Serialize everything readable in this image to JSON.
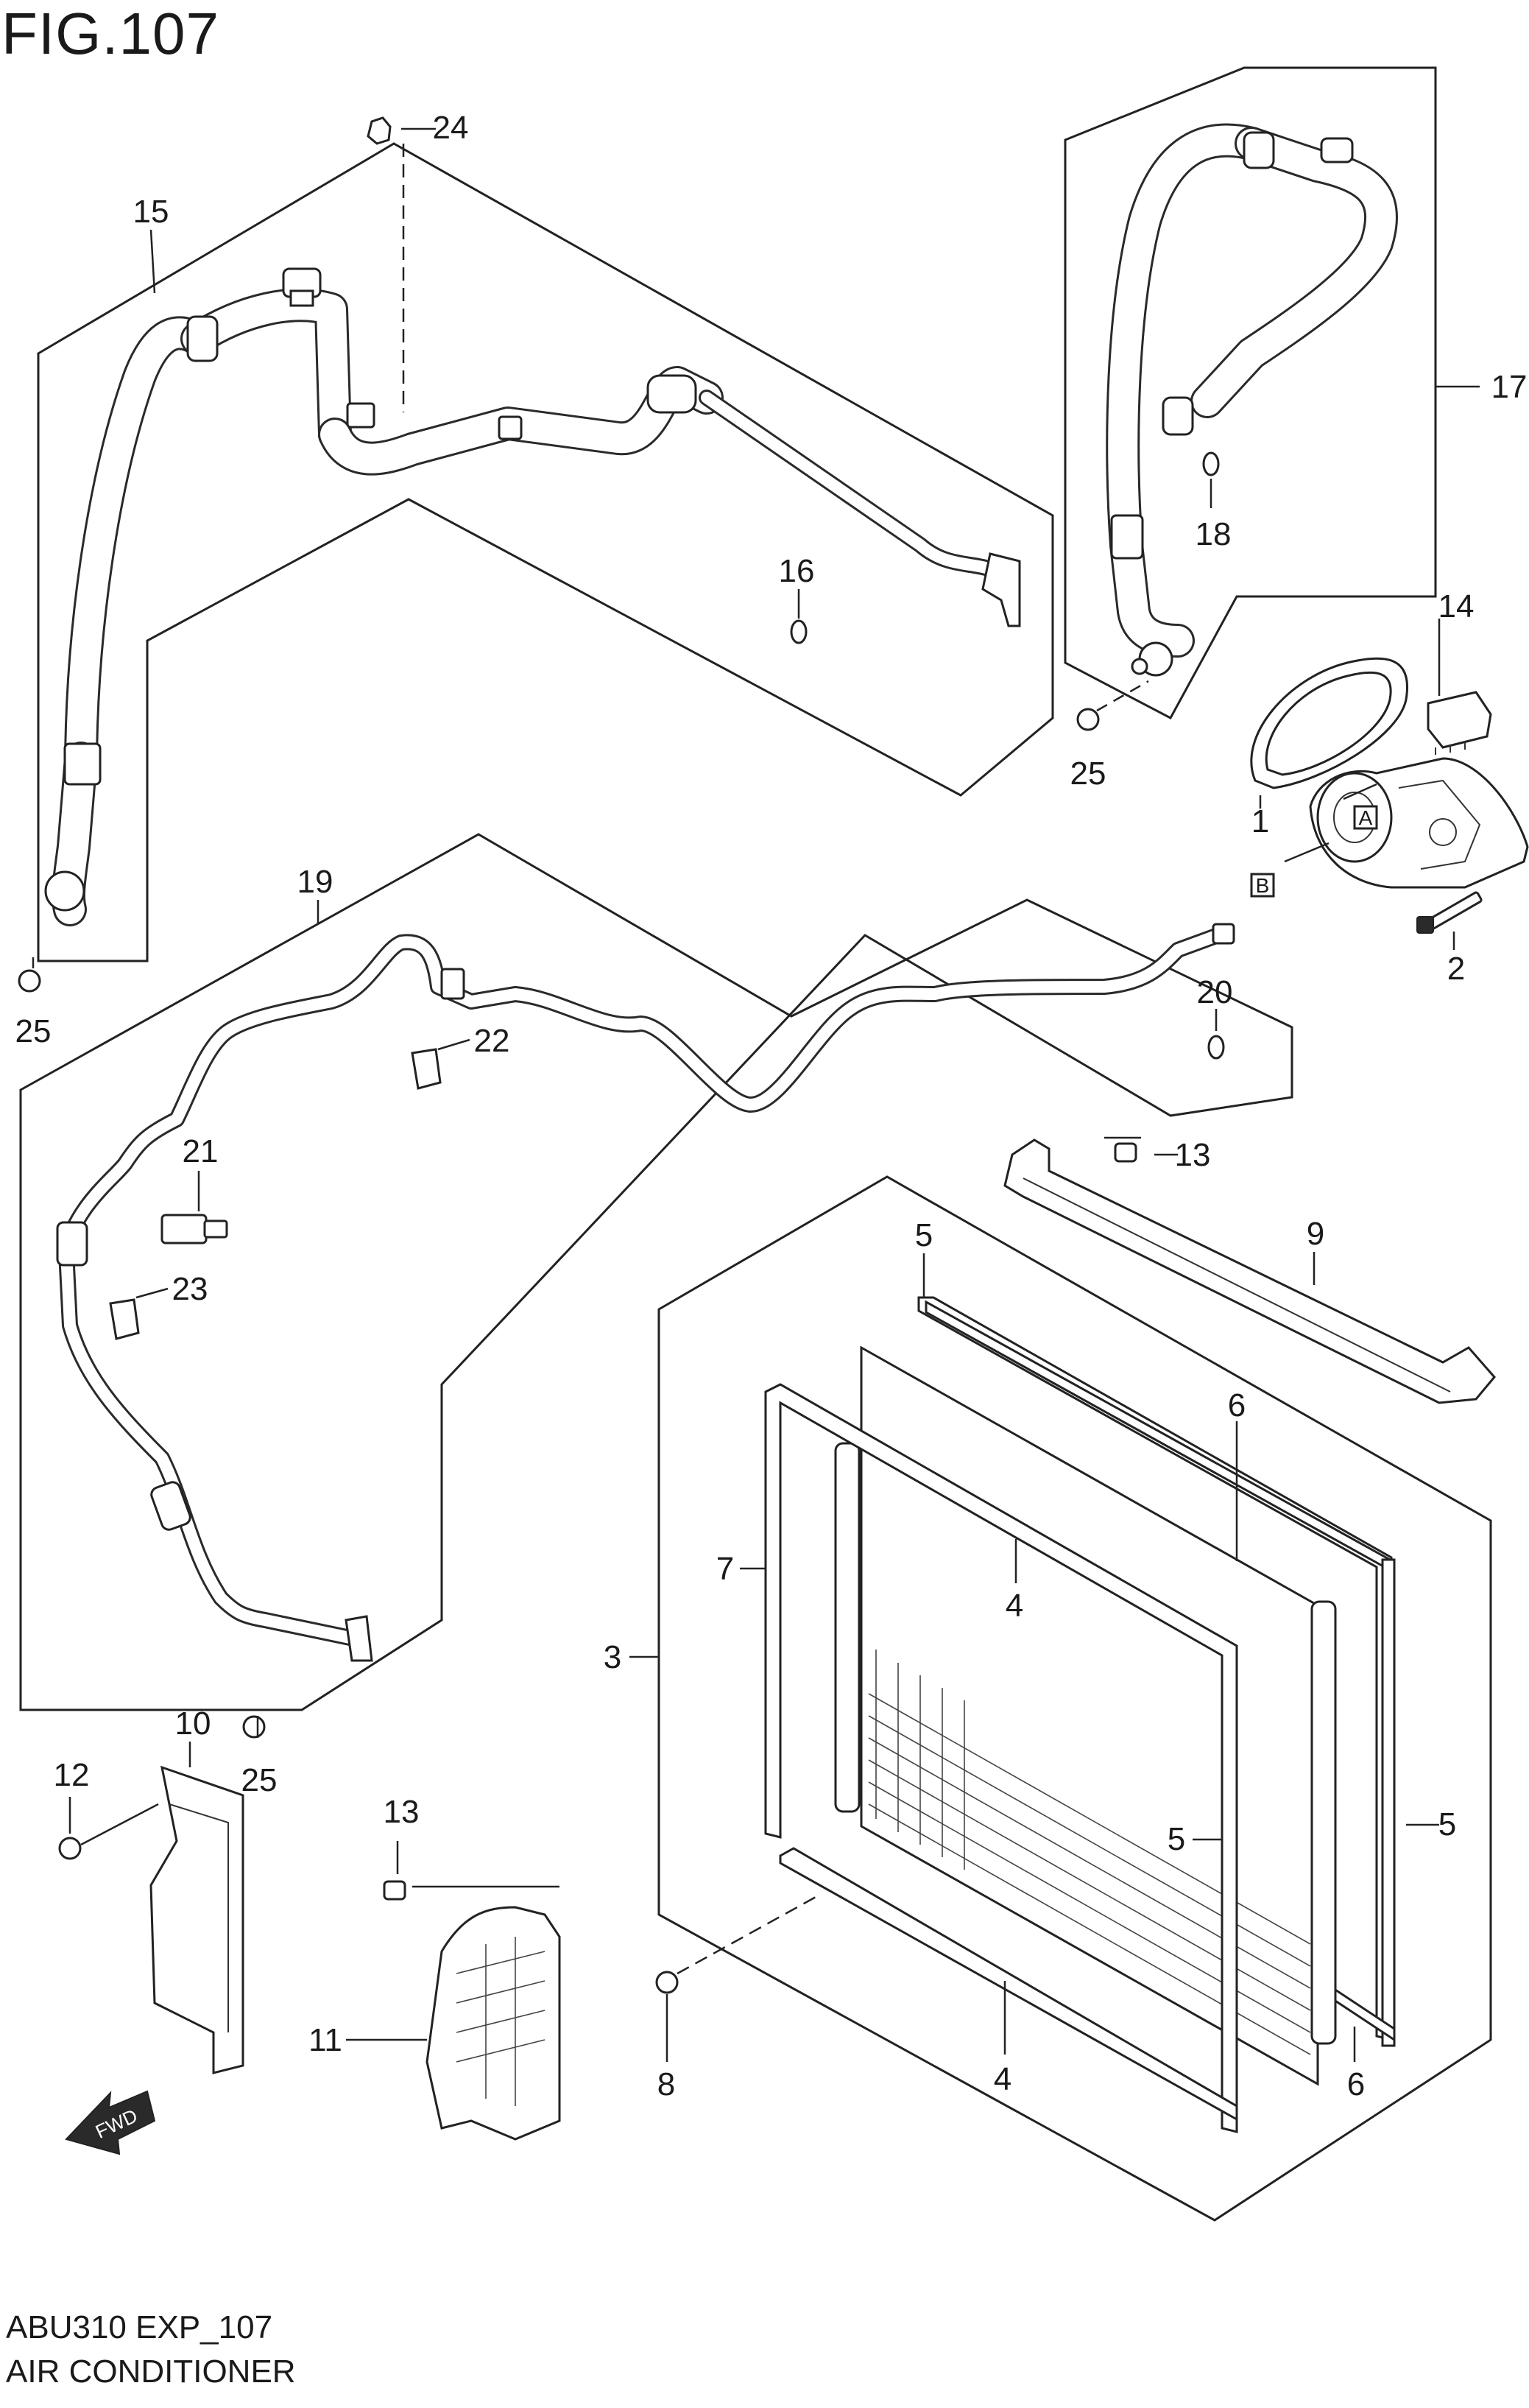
{
  "figure": {
    "title": "FIG.107",
    "code": "ABU310 EXP_107",
    "name": "AIR CONDITIONER"
  },
  "callouts": [
    {
      "id": "c1",
      "label": "1"
    },
    {
      "id": "c2",
      "label": "2"
    },
    {
      "id": "c3",
      "label": "3"
    },
    {
      "id": "c4a",
      "label": "4"
    },
    {
      "id": "c4b",
      "label": "4"
    },
    {
      "id": "c5a",
      "label": "5"
    },
    {
      "id": "c5b",
      "label": "5"
    },
    {
      "id": "c5c",
      "label": "5"
    },
    {
      "id": "c6a",
      "label": "6"
    },
    {
      "id": "c6b",
      "label": "6"
    },
    {
      "id": "c7",
      "label": "7"
    },
    {
      "id": "c8",
      "label": "8"
    },
    {
      "id": "c9",
      "label": "9"
    },
    {
      "id": "c10",
      "label": "10"
    },
    {
      "id": "c11",
      "label": "11"
    },
    {
      "id": "c12",
      "label": "12"
    },
    {
      "id": "c13a",
      "label": "13"
    },
    {
      "id": "c13b",
      "label": "13"
    },
    {
      "id": "c14",
      "label": "14"
    },
    {
      "id": "c15",
      "label": "15"
    },
    {
      "id": "c16",
      "label": "16"
    },
    {
      "id": "c17",
      "label": "17"
    },
    {
      "id": "c18",
      "label": "18"
    },
    {
      "id": "c19",
      "label": "19"
    },
    {
      "id": "c20",
      "label": "20"
    },
    {
      "id": "c21",
      "label": "21"
    },
    {
      "id": "c22",
      "label": "22"
    },
    {
      "id": "c23",
      "label": "23"
    },
    {
      "id": "c24",
      "label": "24"
    },
    {
      "id": "c25a",
      "label": "25"
    },
    {
      "id": "c25b",
      "label": "25"
    },
    {
      "id": "c25c",
      "label": "25"
    }
  ],
  "markers": {
    "a": "A",
    "b": "B"
  },
  "fwd_label": "FWD",
  "colors": {
    "line": "#222222",
    "background": "#ffffff"
  }
}
